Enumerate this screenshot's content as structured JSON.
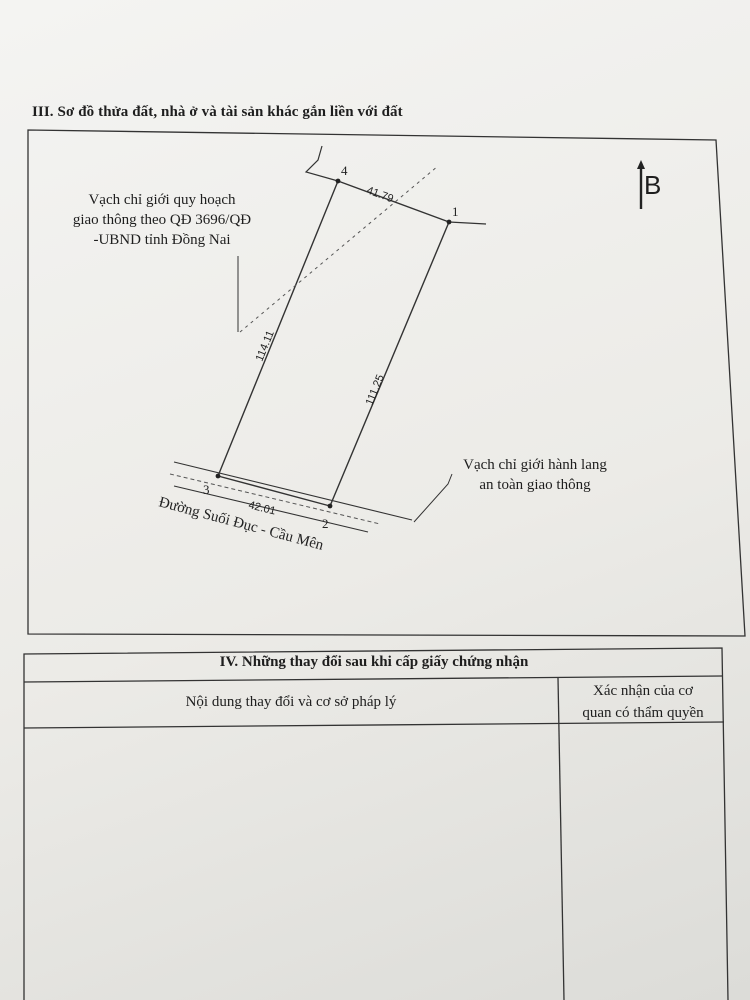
{
  "section3": {
    "title": "III. Sơ đồ thửa đất, nhà ở và tài sản khác gắn liền với đất"
  },
  "plan": {
    "north_label": "B",
    "points": [
      "1",
      "2",
      "3",
      "4"
    ],
    "distances": {
      "d4_1": "41.79",
      "d1_2": "111.25",
      "d2_3": "42.01",
      "d3_4": "114.11"
    },
    "annotation_planning": [
      "Vạch chỉ giới quy hoạch",
      "giao thông theo QĐ 3696/QĐ",
      "-UBND tỉnh Đồng Nai"
    ],
    "annotation_corridor": [
      "Vạch chỉ giới hành lang",
      "an toàn giao thông"
    ],
    "road_name": "Đường Suối Đục - Cầu Mên"
  },
  "section4": {
    "title": "IV. Những thay đổi sau khi cấp giấy chứng nhận",
    "col1_header": "Nội dung thay đổi và cơ sở pháp lý",
    "col2_header_line1": "Xác nhận của cơ",
    "col2_header_line2": "quan có thẩm quyền"
  }
}
